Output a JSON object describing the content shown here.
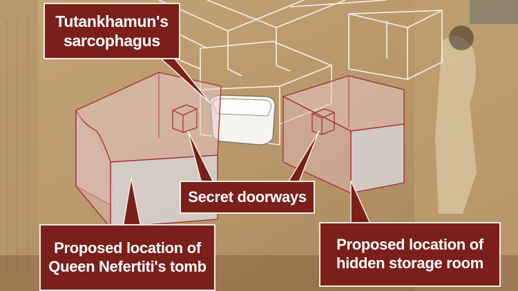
{
  "labels": {
    "sarcophagus": [
      "Tutankhamun's",
      "sarcophagus"
    ],
    "doorways": "Secret doorways",
    "nefertiti": [
      "Proposed location of",
      "Queen Nefertiti's tomb"
    ],
    "storage": [
      "Proposed location of",
      "hidden storage room"
    ]
  },
  "colors": {
    "callout_fill": "#7a1f1a",
    "callout_border": "#f3ede2",
    "chamber_outline": "#a8323a",
    "chamber_fill": "#e8c9c6",
    "tomb_outline": "#f4f2ee",
    "background": "#b89a6e"
  }
}
